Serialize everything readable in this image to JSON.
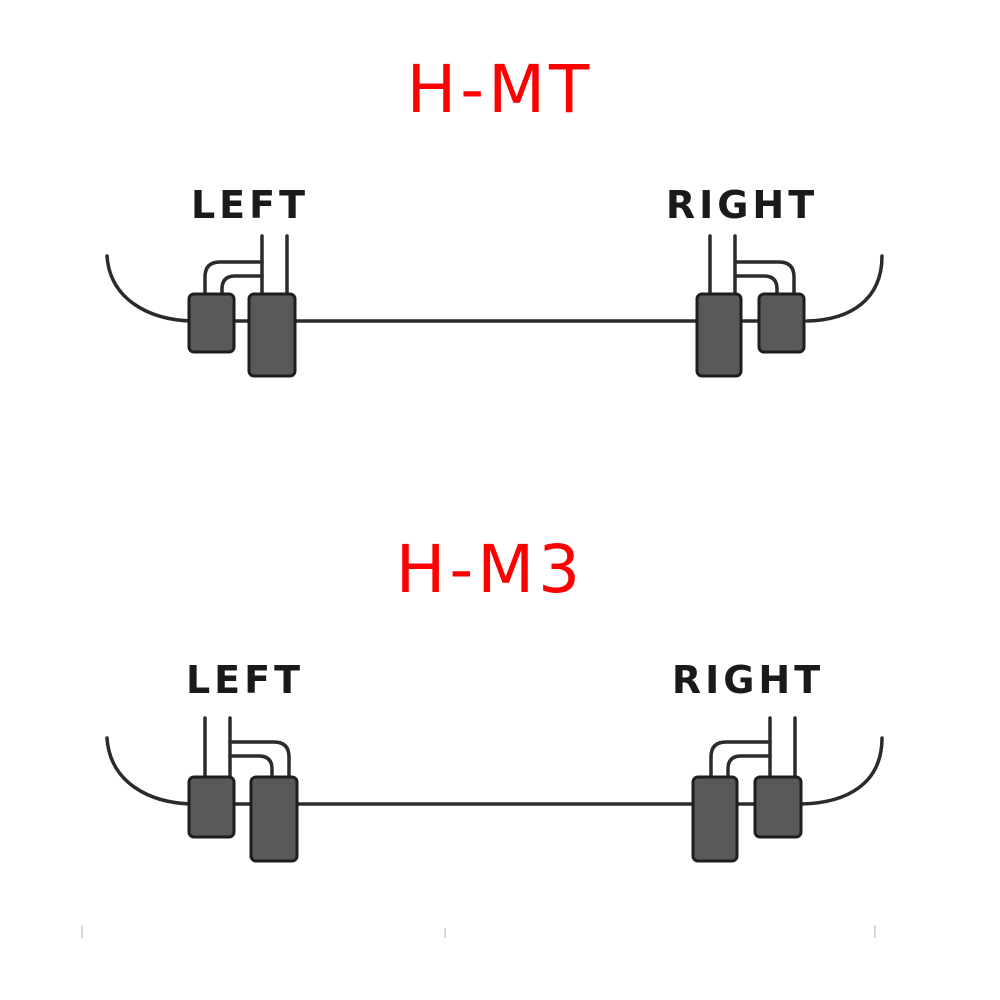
{
  "colors": {
    "title": "#ff0000",
    "label": "#1a1a1a",
    "wire": "#2b2b2b",
    "box_fill": "#595959",
    "box_stroke": "#1e1e1e"
  },
  "diagrams": [
    {
      "title": "H-MT",
      "left_label": "LEFT",
      "right_label": "RIGHT"
    },
    {
      "title": "H-M3",
      "left_label": "LEFT",
      "right_label": "RIGHT"
    }
  ]
}
